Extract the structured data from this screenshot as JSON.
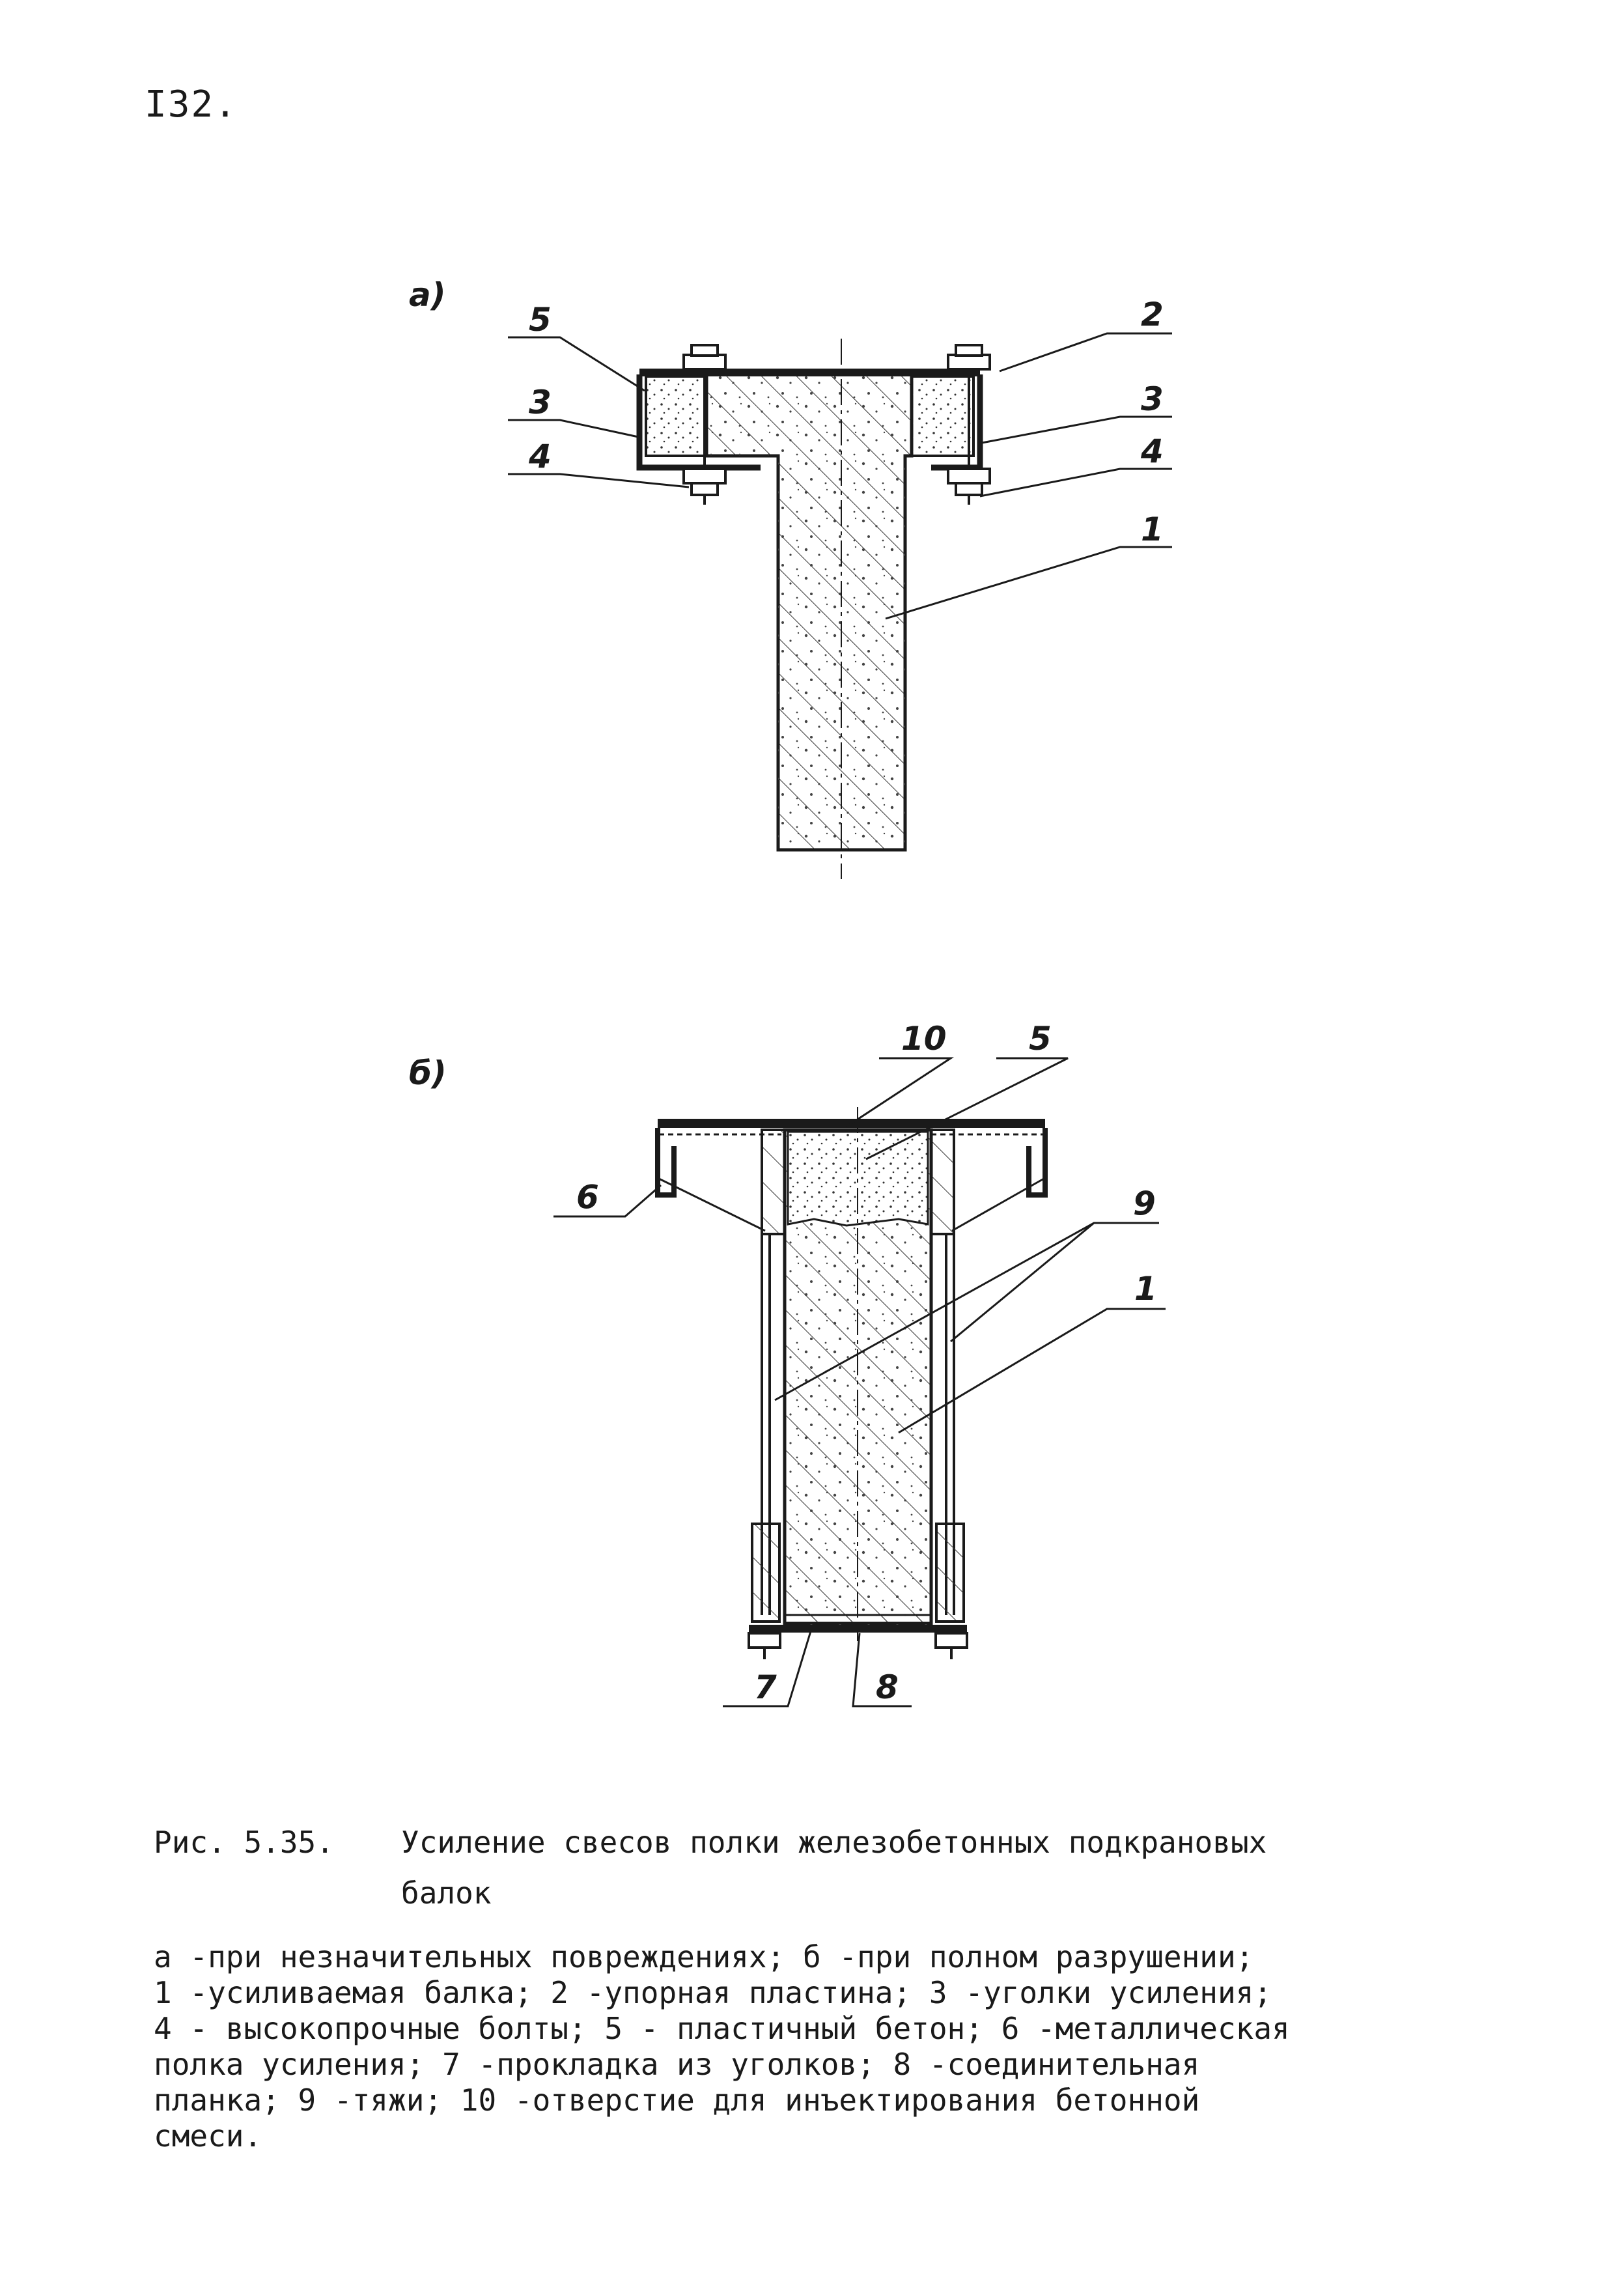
{
  "page": {
    "number": "I32."
  },
  "figure": {
    "panel_a": {
      "label": "а)",
      "callouts": {
        "c5": "5",
        "c2": "2",
        "c3_left": "3",
        "c3_right": "3",
        "c4_left": "4",
        "c4_right": "4",
        "c1": "1"
      }
    },
    "panel_b": {
      "label": "б)",
      "callouts": {
        "c10": "10",
        "c5": "5",
        "c6": "6",
        "c9": "9",
        "c1": "1",
        "c7": "7",
        "c8": "8"
      }
    }
  },
  "caption": {
    "number": "Рис. 5.35.",
    "line1": "Усиление свесов полки железобетонных подкрановых",
    "line2": "балок"
  },
  "legend": [
    "а -при незначительных повреждениях; б -при полном разрушении;",
    "1 -усиливаемая балка; 2 -упорная пластина; 3 -уголки усиления;",
    "4 - высокопрочные болты; 5 - пластичный бетон; 6 -металлическая",
    "полка усиления; 7 -прокладка из уголков; 8 -соединительная",
    "планка; 9 -тяжи; 10 -отверстие для инъектирования бетонной",
    "смеси."
  ]
}
